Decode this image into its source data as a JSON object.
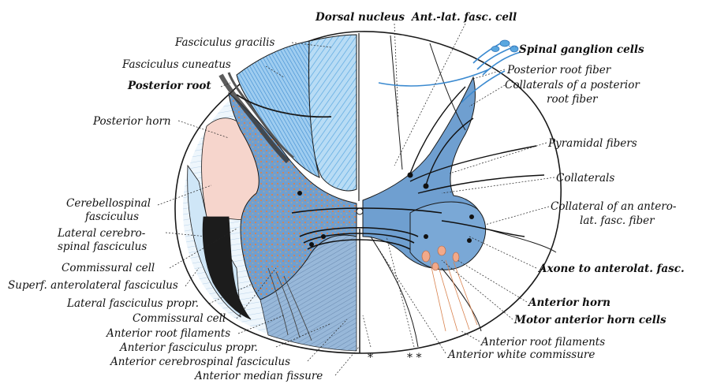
{
  "labels": {
    "dorsal_nucleus": "Dorsal nucleus",
    "ant_lat_fasc_cell": "Ant.-lat. fasc. cell",
    "fasciculus_gracilis": "Fasciculus gracilis",
    "fasciculus_cuneatus": "Fasciculus cuneatus",
    "posterior_root": "Posterior root",
    "posterior_horn": "Posterior horn",
    "cerebellospinal_1": "Cerebellospinal",
    "cerebellospinal_2": "fasciculus",
    "lateral_cerebrospinal_1": "Lateral cerebro-",
    "lateral_cerebrospinal_2": "spinal fasciculus",
    "commissural_cell_left": "Commissural cell",
    "superf_anterolateral": "Superf. anterolateral fasciculus",
    "lateral_fasciculus_propr": "Lateral fasciculus propr.",
    "commissural_cell_lower": "Commissural cell",
    "anterior_root_filaments_left": "Anterior root filaments",
    "anterior_fasciculus_propr": "Anterior fasciculus propr.",
    "anterior_cerebrospinal": "Anterior cerebrospinal fasciculus",
    "anterior_median_fissure": "Anterior median fissure",
    "spinal_ganglion_cells": "Spinal ganglion cells",
    "posterior_root_fiber": "Posterior root fiber",
    "collaterals_posterior_1": "Collaterals of a posterior",
    "collaterals_posterior_2": "root fiber",
    "pyramidal_fibers": "Pyramidal fibers",
    "collaterals": "Collaterals",
    "collateral_anterolat_1": "Collateral of an antero-",
    "collateral_anterolat_2": "lat. fasc. fiber",
    "axone_to_anterolat": "Axone to anterolat. fasc.",
    "anterior_horn": "Anterior horn",
    "motor_anterior_horn_cells": "Motor anterior horn cells",
    "anterior_root_filaments_right": "Anterior root filaments",
    "anterior_white_commissure": "Anterior white commissure",
    "star_single": "*",
    "star_double": "* *"
  },
  "colors": {
    "outline": "#1a1a1a",
    "blue_light": "#a9d4f2",
    "blue_mid": "#5aa7e0",
    "blue_dark": "#2c6fb3",
    "gray_matter": "#7f9fc4",
    "pink": "#f6d5cc",
    "black_tract": "#1c1c1c",
    "orange_fibers": "#d9834f"
  }
}
